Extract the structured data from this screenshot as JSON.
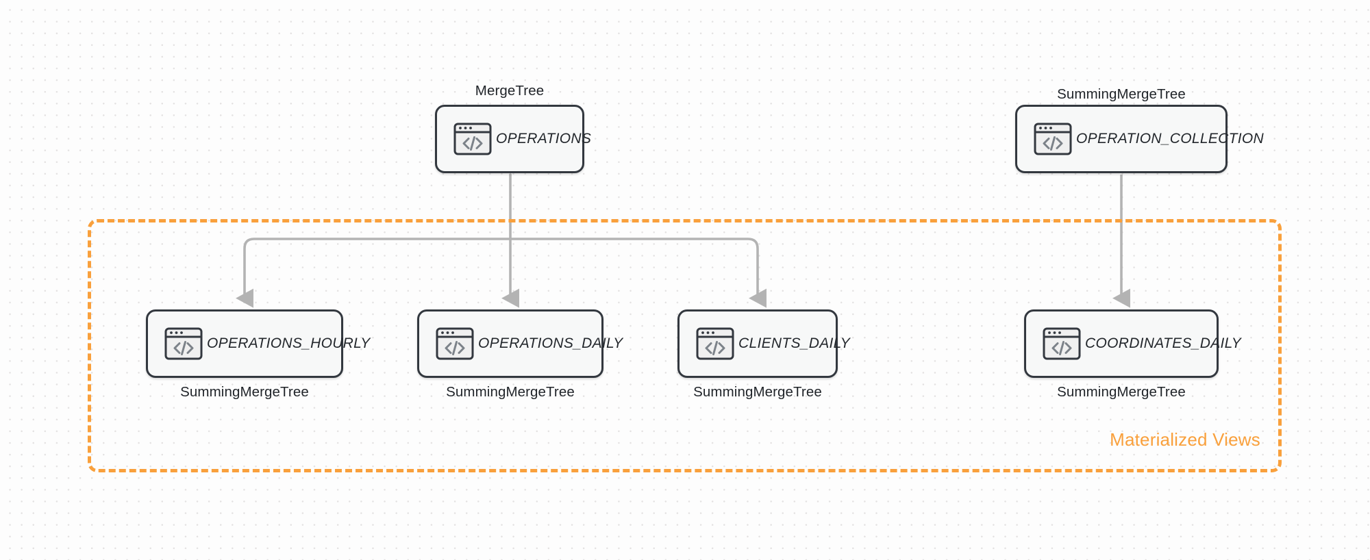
{
  "diagram": {
    "title_hidden": "",
    "background": {
      "color": "#fdfdfd",
      "dot_color": "#e3e1e1"
    },
    "group": {
      "label": "Materialized Views",
      "color": "#f9a03c",
      "style": "dashed"
    },
    "edge_color": "#b3b3b3",
    "node_border_color": "#33383f",
    "node_fill_color": "#f7f8f8",
    "source_nodes": [
      {
        "id": "operations",
        "label": "OPERATIONS",
        "engine": "MergeTree",
        "engine_position": "above",
        "icon": "code-window-icon"
      },
      {
        "id": "operation_collection",
        "label": "OPERATION_COLLECTION",
        "engine": "SummingMergeTree",
        "engine_position": "above",
        "icon": "code-window-icon"
      }
    ],
    "view_nodes": [
      {
        "id": "operations_hourly",
        "label": "OPERATIONS_HOURLY",
        "engine": "SummingMergeTree",
        "engine_position": "below",
        "icon": "code-window-icon"
      },
      {
        "id": "operations_daily",
        "label": "OPERATIONS_DAILY",
        "engine": "SummingMergeTree",
        "engine_position": "below",
        "icon": "code-window-icon"
      },
      {
        "id": "clients_daily",
        "label": "CLIENTS_DAILY",
        "engine": "SummingMergeTree",
        "engine_position": "below",
        "icon": "code-window-icon"
      },
      {
        "id": "coordinates_daily",
        "label": "COORDINATES_DAILY",
        "engine": "SummingMergeTree",
        "engine_position": "below",
        "icon": "code-window-icon"
      }
    ],
    "edges": [
      {
        "from": "operations",
        "to": "operations_hourly"
      },
      {
        "from": "operations",
        "to": "operations_daily"
      },
      {
        "from": "operations",
        "to": "clients_daily"
      },
      {
        "from": "operation_collection",
        "to": "coordinates_daily"
      }
    ]
  }
}
